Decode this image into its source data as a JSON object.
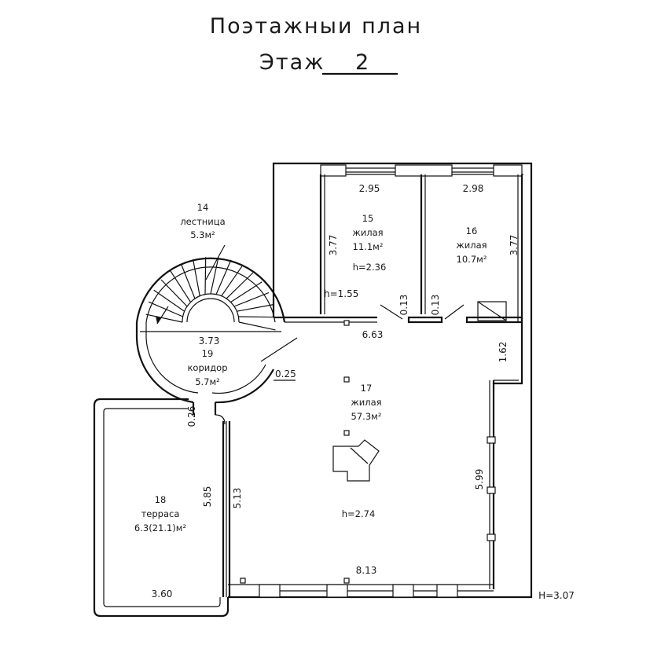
{
  "header": {
    "title": "Поэтажныи план",
    "floor_label": "Этаж",
    "floor_number": "2"
  },
  "rooms": [
    {
      "number": "14",
      "name": "лестница",
      "area": "5.3м²"
    },
    {
      "number": "15",
      "name": "жилая",
      "area": "11.1м²",
      "height": "h=2.36"
    },
    {
      "number": "16",
      "name": "жилая",
      "area": "10.7м²"
    },
    {
      "number": "17",
      "name": "жилая",
      "area": "57.3м²",
      "height": "h=2.74"
    },
    {
      "number": "18",
      "name": "терраса",
      "area": "6.3(21.1)м²"
    },
    {
      "number": "19",
      "name": "коридор",
      "area": "5.7м²"
    }
  ],
  "dimensions": {
    "room15_width": "2.95",
    "room16_width": "2.98",
    "room15_left": "3.77",
    "room16_right": "3.77",
    "h_low": "h=1.55",
    "partition_left": "0.13",
    "partition_right": "0.13",
    "hall_width": "6.63",
    "right_step": "1.62",
    "corridor_width": "3.73",
    "corridor_gap": "0.25",
    "terrace_gap": "0.26",
    "terrace_height": "5.85",
    "inner_height": "5.13",
    "right_height": "5.99",
    "bottom_width": "8.13",
    "terrace_width": "3.60",
    "outer_height": "H=3.07"
  }
}
